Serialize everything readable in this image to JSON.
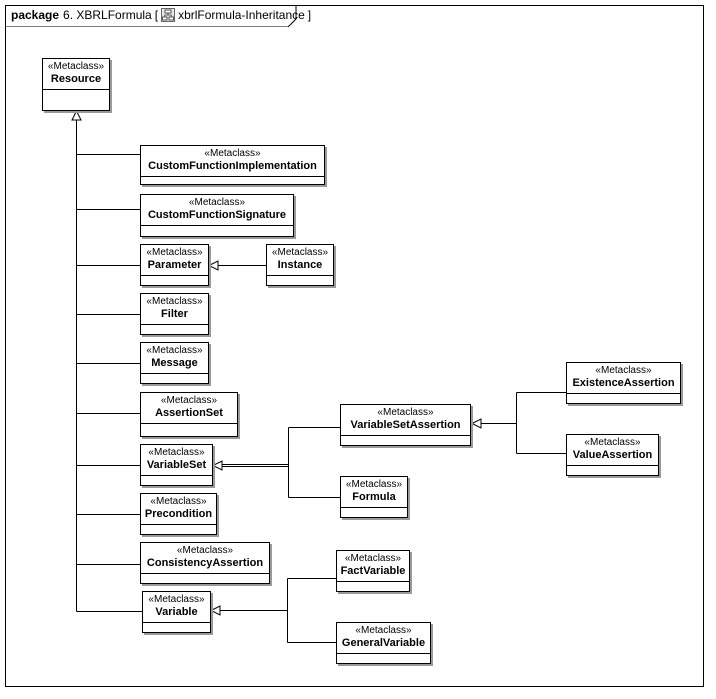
{
  "frame": {
    "keyword": "package",
    "package_name": "6. XBRLFormula",
    "diagram_name": "xbrlFormula-Inheritance",
    "bracket_open": "[",
    "bracket_close": "]",
    "diagram_icon": "class-diagram-icon"
  },
  "stereotype": "«Metaclass»",
  "classes": {
    "resource": "Resource",
    "custom_function_implementation": "CustomFunctionImplementation",
    "custom_function_signature": "CustomFunctionSignature",
    "parameter": "Parameter",
    "instance": "Instance",
    "filter": "Filter",
    "message": "Message",
    "assertion_set": "AssertionSet",
    "variable_set": "VariableSet",
    "variable_set_assertion": "VariableSetAssertion",
    "formula": "Formula",
    "existence_assertion": "ExistenceAssertion",
    "value_assertion": "ValueAssertion",
    "precondition": "Precondition",
    "consistency_assertion": "ConsistencyAssertion",
    "variable": "Variable",
    "fact_variable": "FactVariable",
    "general_variable": "GeneralVariable"
  },
  "generalizations": [
    {
      "from": "custom_function_implementation",
      "to": "resource"
    },
    {
      "from": "custom_function_signature",
      "to": "resource"
    },
    {
      "from": "parameter",
      "to": "resource"
    },
    {
      "from": "filter",
      "to": "resource"
    },
    {
      "from": "message",
      "to": "resource"
    },
    {
      "from": "assertion_set",
      "to": "resource"
    },
    {
      "from": "variable_set",
      "to": "resource"
    },
    {
      "from": "precondition",
      "to": "resource"
    },
    {
      "from": "consistency_assertion",
      "to": "resource"
    },
    {
      "from": "variable",
      "to": "resource"
    },
    {
      "from": "instance",
      "to": "parameter"
    },
    {
      "from": "variable_set_assertion",
      "to": "variable_set"
    },
    {
      "from": "formula",
      "to": "variable_set"
    },
    {
      "from": "existence_assertion",
      "to": "variable_set_assertion"
    },
    {
      "from": "value_assertion",
      "to": "variable_set_assertion"
    },
    {
      "from": "fact_variable",
      "to": "variable"
    },
    {
      "from": "general_variable",
      "to": "variable"
    }
  ]
}
